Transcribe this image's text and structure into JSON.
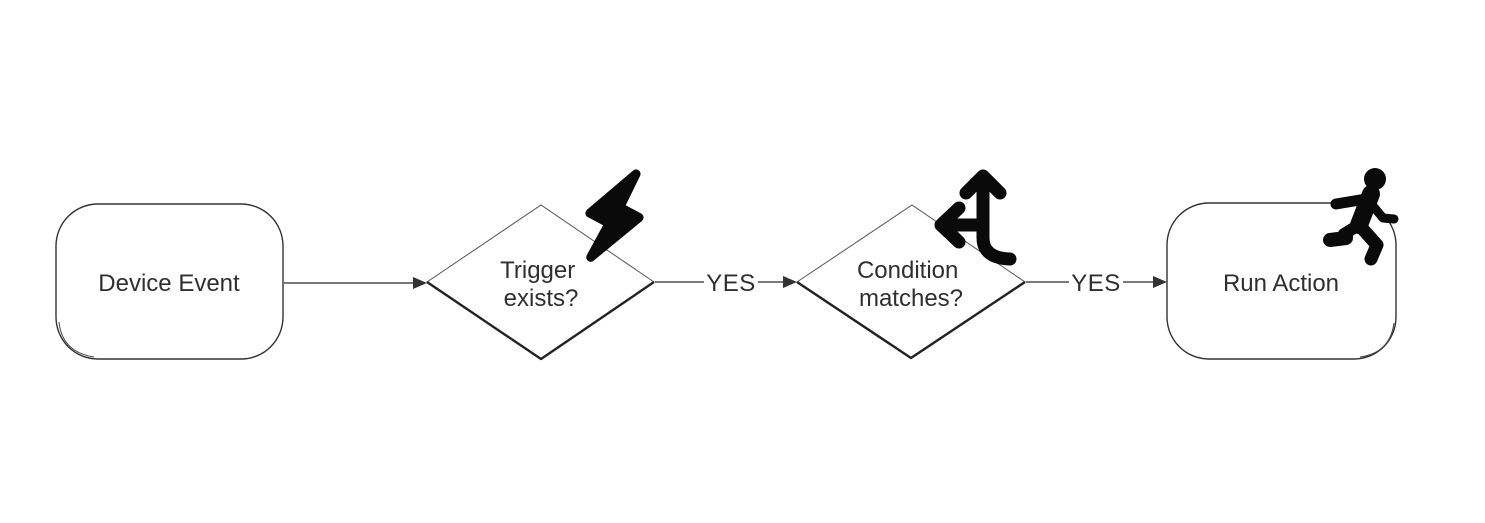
{
  "diagram": {
    "type": "flowchart",
    "direction": "left-to-right",
    "background": "#ffffff",
    "colors": {
      "node_border": "#333333",
      "diamond_shadow_edge": "#222222",
      "edge_line": "#4d4d4d",
      "text": "#2f2f2f",
      "icon": "#0a0a0a",
      "label_background": "#ffffff"
    },
    "nodes": [
      {
        "id": "device-event",
        "shape": "rounded-rectangle",
        "label": "Device Event",
        "icon": null
      },
      {
        "id": "trigger-exists",
        "shape": "decision-diamond",
        "label": "Trigger exists?",
        "lines": [
          "Trigger",
          "exists?"
        ],
        "icon": "lightning-bolt"
      },
      {
        "id": "condition-matches",
        "shape": "decision-diamond",
        "label": "Condition matches?",
        "lines": [
          "Condition",
          "matches?"
        ],
        "icon": "arrows-split-up-and-left"
      },
      {
        "id": "run-action",
        "shape": "rounded-rectangle",
        "label": "Run Action",
        "icon": "person-running"
      }
    ],
    "edges": [
      {
        "from": "device-event",
        "to": "trigger-exists",
        "label": ""
      },
      {
        "from": "trigger-exists",
        "to": "condition-matches",
        "label": "YES"
      },
      {
        "from": "condition-matches",
        "to": "run-action",
        "label": "YES"
      }
    ]
  }
}
